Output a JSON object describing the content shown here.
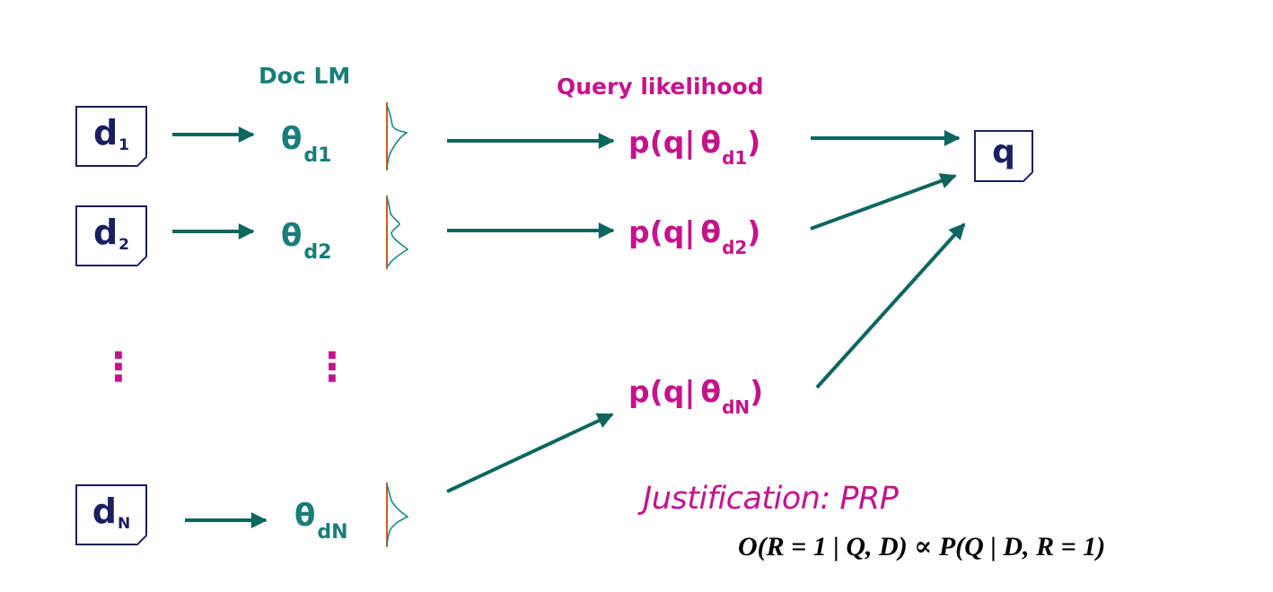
{
  "headers": {
    "doc_lm": "Doc LM",
    "query_likelihood": "Query likelihood"
  },
  "documents": [
    {
      "letter": "d",
      "sub": "1"
    },
    {
      "letter": "d",
      "sub": "2"
    },
    {
      "letter": "d",
      "sub": "N"
    }
  ],
  "models": [
    {
      "symbol": "θ",
      "sub": "d1"
    },
    {
      "symbol": "θ",
      "sub": "d2"
    },
    {
      "symbol": "θ",
      "sub": "dN"
    }
  ],
  "likelihoods": [
    {
      "prefix": "p(q|",
      "symbol": "θ",
      "sub": "d1",
      "suffix": ")"
    },
    {
      "prefix": "p(q|",
      "symbol": "θ",
      "sub": "d2",
      "suffix": ")"
    },
    {
      "prefix": "p(q|",
      "symbol": "θ",
      "sub": "dN",
      "suffix": ")"
    }
  ],
  "query": {
    "label": "q"
  },
  "ellipsis": "⋮",
  "justification": {
    "text": "Justification: PRP",
    "formula": "O(R = 1 | Q, D) ∝ P(Q | D, R = 1)"
  },
  "colors": {
    "teal": "#1a7d7a",
    "arrow": "#0e6660",
    "magenta": "#c4138c",
    "navy": "#1b2061",
    "curve_axis": "#d05a1e",
    "curve": "#1a8a86"
  }
}
